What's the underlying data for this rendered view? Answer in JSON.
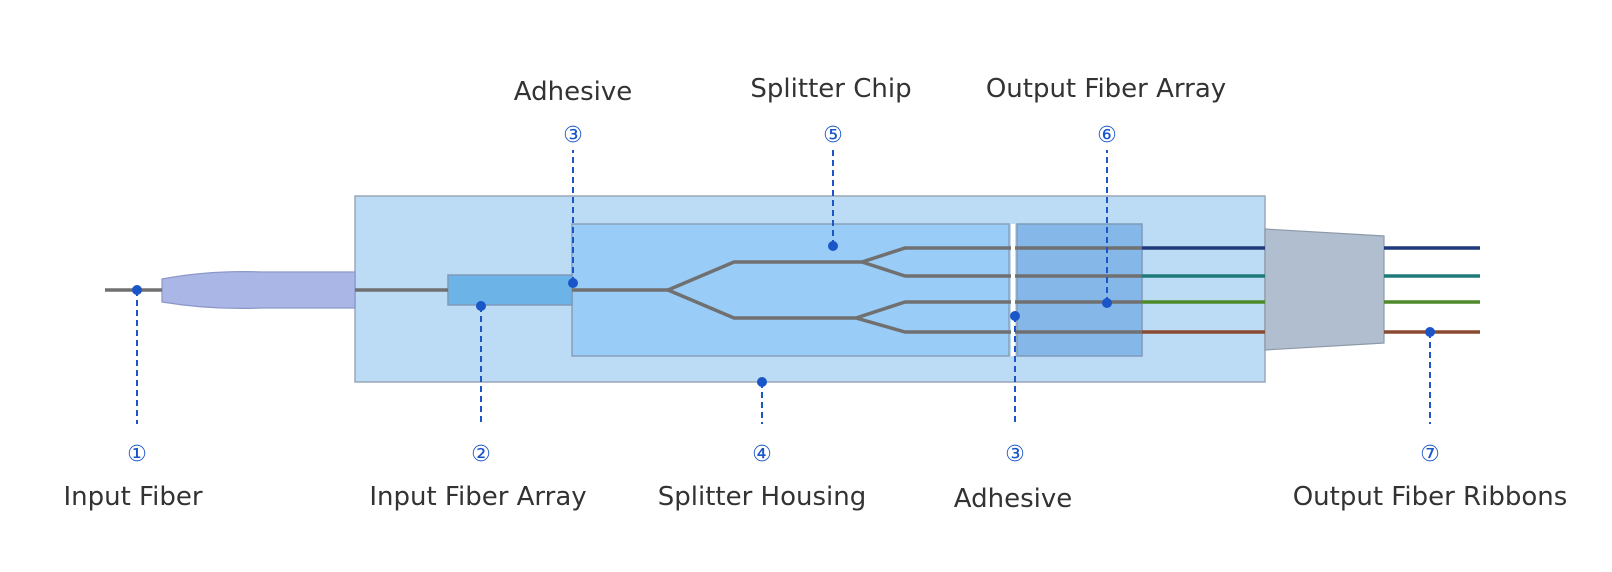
{
  "colors": {
    "callout": "#1a56c8",
    "housing": "#bcdcf6",
    "chip": "#99cdf8",
    "output_array": "#85b8e8",
    "input_array": "#6cb4e8",
    "boot": "#b0bed0",
    "input_taper": "#aab6e6",
    "fiber_gray": "#707070",
    "fiber_navy": "#1f3a78",
    "fiber_teal": "#1e7a78",
    "fiber_green": "#4e8a2a",
    "fiber_brown": "#8a4a32"
  },
  "callouts": [
    {
      "id": "input-fiber",
      "number": "①",
      "label": "Input Fiber"
    },
    {
      "id": "input-fiber-array",
      "number": "②",
      "label": "Input Fiber Array"
    },
    {
      "id": "adhesive-top",
      "number": "③",
      "label": "Adhesive"
    },
    {
      "id": "splitter-housing",
      "number": "④",
      "label": "Splitter Housing"
    },
    {
      "id": "splitter-chip",
      "number": "⑤",
      "label": "Splitter Chip"
    },
    {
      "id": "adhesive-bottom",
      "number": "③",
      "label": "Adhesive"
    },
    {
      "id": "output-fiber-array",
      "number": "⑥",
      "label": "Output Fiber Array"
    },
    {
      "id": "output-fiber-ribbons",
      "number": "⑦",
      "label": "Output Fiber Ribbons"
    }
  ]
}
